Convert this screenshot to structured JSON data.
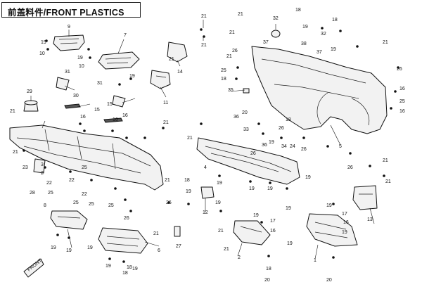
{
  "title": "前盖料件/FRONT PLASTICS",
  "callouts": [
    {
      "id": "c1",
      "text": "21"
    },
    {
      "id": "c2",
      "text": "21"
    },
    {
      "id": "c3",
      "text": "9"
    },
    {
      "id": "c4",
      "text": "7"
    },
    {
      "id": "c5",
      "text": "19"
    },
    {
      "id": "c6",
      "text": "10"
    },
    {
      "id": "c7",
      "text": "19"
    },
    {
      "id": "c8",
      "text": "10"
    },
    {
      "id": "c9",
      "text": "14"
    },
    {
      "id": "c10",
      "text": "21"
    },
    {
      "id": "c11",
      "text": "31"
    },
    {
      "id": "c12",
      "text": "30"
    },
    {
      "id": "c13",
      "text": "29"
    },
    {
      "id": "c14",
      "text": "21"
    },
    {
      "id": "c15",
      "text": "16"
    },
    {
      "id": "c16",
      "text": "15"
    },
    {
      "id": "c17",
      "text": "16"
    },
    {
      "id": "c18",
      "text": "11"
    },
    {
      "id": "c19",
      "text": "31"
    },
    {
      "id": "c20",
      "text": "21"
    },
    {
      "id": "c21",
      "text": "15"
    },
    {
      "id": "c22",
      "text": "16"
    },
    {
      "id": "c23",
      "text": "21"
    },
    {
      "id": "c24",
      "text": "23"
    },
    {
      "id": "c25",
      "text": "22"
    },
    {
      "id": "c26",
      "text": "22"
    },
    {
      "id": "c27",
      "text": "25"
    },
    {
      "id": "c28",
      "text": "3"
    },
    {
      "id": "c29",
      "text": "2"
    },
    {
      "id": "c30",
      "text": "28"
    },
    {
      "id": "c31",
      "text": "25"
    },
    {
      "id": "c32",
      "text": "22"
    },
    {
      "id": "c33",
      "text": "25"
    },
    {
      "id": "c34",
      "text": "25"
    },
    {
      "id": "c35",
      "text": "25"
    },
    {
      "id": "c36",
      "text": "26"
    },
    {
      "id": "c37",
      "text": "21"
    },
    {
      "id": "c38",
      "text": "26"
    },
    {
      "id": "c39",
      "text": "8"
    },
    {
      "id": "c40",
      "text": "19"
    },
    {
      "id": "c41",
      "text": "19"
    },
    {
      "id": "c42",
      "text": "19"
    },
    {
      "id": "c43",
      "text": "21"
    },
    {
      "id": "c44",
      "text": "6"
    },
    {
      "id": "c45",
      "text": "27"
    },
    {
      "id": "c46",
      "text": "19"
    },
    {
      "id": "c47",
      "text": "18"
    },
    {
      "id": "c48",
      "text": "19"
    },
    {
      "id": "c49",
      "text": "12"
    },
    {
      "id": "c50",
      "text": "18"
    },
    {
      "id": "c51",
      "text": "19"
    },
    {
      "id": "c52",
      "text": "21"
    },
    {
      "id": "c53",
      "text": "4"
    },
    {
      "id": "c54",
      "text": "19"
    },
    {
      "id": "c55",
      "text": "19"
    },
    {
      "id": "c56",
      "text": "19"
    },
    {
      "id": "c57",
      "text": "21"
    },
    {
      "id": "c58",
      "text": "21"
    },
    {
      "id": "c59",
      "text": "21"
    },
    {
      "id": "c60",
      "text": "26"
    },
    {
      "id": "c61",
      "text": "18"
    },
    {
      "id": "c62",
      "text": "25"
    },
    {
      "id": "c63",
      "text": "35"
    },
    {
      "id": "c64",
      "text": "20"
    },
    {
      "id": "c65",
      "text": "36"
    },
    {
      "id": "c66",
      "text": "33"
    },
    {
      "id": "c67",
      "text": "32"
    },
    {
      "id": "c68",
      "text": "18"
    },
    {
      "id": "c69",
      "text": "37"
    },
    {
      "id": "c70",
      "text": "19"
    },
    {
      "id": "c71",
      "text": "38"
    },
    {
      "id": "c72",
      "text": "37"
    },
    {
      "id": "c73",
      "text": "32"
    },
    {
      "id": "c74",
      "text": "18"
    },
    {
      "id": "c75",
      "text": "19"
    },
    {
      "id": "c76",
      "text": "21"
    },
    {
      "id": "c77",
      "text": "26"
    },
    {
      "id": "c78",
      "text": "16"
    },
    {
      "id": "c79",
      "text": "25"
    },
    {
      "id": "c80",
      "text": "16"
    },
    {
      "id": "c81",
      "text": "5"
    },
    {
      "id": "c82",
      "text": "26"
    },
    {
      "id": "c83",
      "text": "34"
    },
    {
      "id": "c84",
      "text": "24"
    },
    {
      "id": "c85",
      "text": "26"
    },
    {
      "id": "c86",
      "text": "19"
    },
    {
      "id": "c87",
      "text": "19"
    },
    {
      "id": "c88",
      "text": "19"
    },
    {
      "id": "c89",
      "text": "21"
    },
    {
      "id": "c90",
      "text": "21"
    },
    {
      "id": "c91",
      "text": "13"
    },
    {
      "id": "c92",
      "text": "19"
    },
    {
      "id": "c93",
      "text": "17"
    },
    {
      "id": "c94",
      "text": "16"
    },
    {
      "id": "c95",
      "text": "1"
    },
    {
      "id": "c96",
      "text": "19"
    },
    {
      "id": "c97",
      "text": "20"
    },
    {
      "id": "c98",
      "text": "19"
    },
    {
      "id": "c99",
      "text": "17"
    },
    {
      "id": "c100",
      "text": "16"
    },
    {
      "id": "c101",
      "text": "21"
    },
    {
      "id": "c102",
      "text": "2"
    },
    {
      "id": "c103",
      "text": "18"
    },
    {
      "id": "c104",
      "text": "20"
    },
    {
      "id": "c105",
      "text": "21"
    },
    {
      "id": "c106",
      "text": "19"
    },
    {
      "id": "c107",
      "text": "26"
    },
    {
      "id": "c108",
      "text": "36"
    },
    {
      "id": "c109",
      "text": "26"
    },
    {
      "id": "c110",
      "text": "18"
    },
    {
      "id": "c111",
      "text": "19"
    },
    {
      "id": "c112",
      "text": "19"
    },
    {
      "id": "c113",
      "text": "18"
    }
  ],
  "front_arrow_label": "FRONT"
}
